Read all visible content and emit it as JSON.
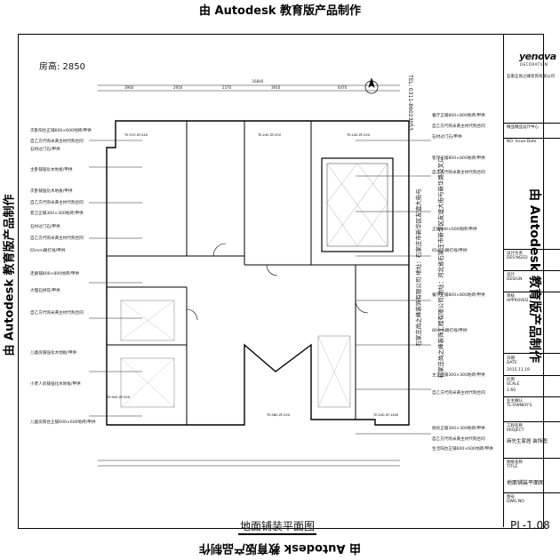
{
  "watermark": "由 Autodesk 教育版产品制作",
  "room_height": "房高: 2850",
  "drawing_title": "地面铺装平面图",
  "sheet_number": "PL-1.08",
  "vertical_notes": {
    "company_left": "石家庄尚之峰装饰有限公司·地址：石家庄市新华区友谊大街与",
    "company_right": "石家庄尚之峰装饰工程有限公司·地址：河北省石家庄市新华区友谊大街与新华路交叉口",
    "tel": "TEL: 0311-86023053"
  },
  "labels_left": [
    "次卧阳台正铺600×600地砖/甲供",
    "自乙方代购米黄主材代购合同",
    "石材过门石/甲供",
    "主卧铺强化木地板/甲供",
    "次卧铺强化木地板/甲供",
    "自乙方代购米黄主材代购合同",
    "客卫正铺300×300地砖/甲供",
    "石材过门石/甲供",
    "自乙方代购米黄主材代购合同",
    "65mm踢打线/甲供",
    "走廊铺800×800地砖/甲供",
    "大理石拼花/甲供",
    "自乙方代购米黄主材代购合同",
    "儿童房铺强化木地板/甲供",
    "小老人房铺强化木地板/甲供",
    "儿童房阳台正铺600×600地砖/甲供"
  ],
  "labels_right": [
    "餐厅正铺800×800地砖/甲供",
    "自乙方代购米黄主材代购合同",
    "石材过门石/甲供",
    "客厅正铺800×800地砖/甲供",
    "自乙方代购米黄主材代购合同",
    "正铺600×600地砖/甲供",
    "65mm踢打线/甲供",
    "餐厅正铺800×800地砖/甲供",
    "80mm踢打线/甲供",
    "主卫正铺300×300地砖/甲供",
    "自乙方代购米黄主材代购合同",
    "厨房正铺300×300地砖/甲供",
    "自乙方代购米黄主材代购合同",
    "生活阳台正铺600×600地砖/甲供"
  ],
  "level_marks": [
    "TE:370 ZF:240",
    "TE:240 ZF:250",
    "TE:240 ZF:250",
    "TE:900 ZF:250",
    "TE:080 ZF:250",
    "TE:240 ZF:1400"
  ],
  "title_block": {
    "brand": "yenova",
    "brand_sub": "DECORATION",
    "company": "石家庄尚之峰装饰有限公司",
    "center": "精品精品设计中心",
    "no_issue_date": "NO. Issue Date",
    "designer_label": "设计负责",
    "designer_en": "DES'NGED",
    "design_label": "设计",
    "design_en": "DESIGN",
    "check_label": "审核",
    "check_en": "APPROVED",
    "date_label": "日期",
    "date_en": "DATE",
    "date_value": "2015.11.19",
    "scale_label": "比例",
    "scale_en": "SCALE",
    "scale_value": "1:60",
    "owner_label": "业主确认",
    "owner_en": "TL:OWNER'S",
    "project_label": "工程名称",
    "project_en": "PROJECT",
    "project_value": "麻先生家居 装饰图",
    "drawing_label": "图纸名称",
    "drawing_en": "TITLE",
    "drawing_value": "地面铺装平面图",
    "dwg_label": "图号",
    "dwg_en": "DWG.NO"
  },
  "dims_top": [
    "3960",
    "2950",
    "2370",
    "3910",
    "6470"
  ],
  "dims_total": "16840"
}
